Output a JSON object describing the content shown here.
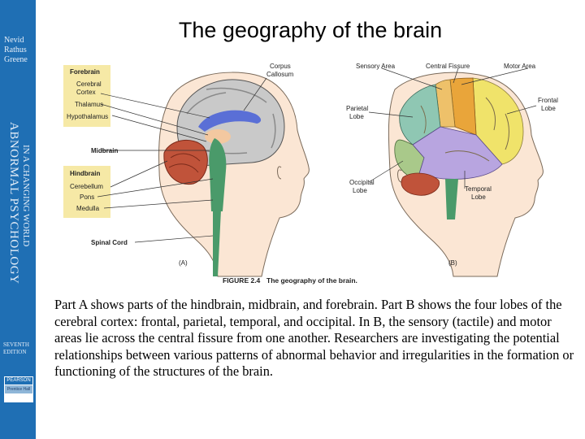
{
  "sidebar": {
    "authors": [
      "Nevid",
      "Rathus",
      "Greene"
    ],
    "book_title": "ABNORMAL PSYCHOLOGY",
    "book_subtitle": "IN A CHANGING WORLD",
    "edition_line1": "SEVENTH",
    "edition_line2": "EDITION",
    "publisher_top": "PEARSON",
    "publisher_bottom": "Prentice Hall"
  },
  "title": "The geography of the brain",
  "figure": {
    "panel_a": {
      "group_forebrain": "Forebrain",
      "cerebral_cortex_1": "Cerebral",
      "cerebral_cortex_2": "Cortex",
      "thalamus": "Thalamus",
      "hypothalamus": "Hypothalamus",
      "midbrain": "Midbrain",
      "group_hindbrain": "Hindbrain",
      "cerebellum": "Cerebellum",
      "pons": "Pons",
      "medulla": "Medulla",
      "spinal_cord": "Spinal Cord",
      "corpus_1": "Corpus",
      "corpus_2": "Callosum",
      "panel_label": "(A)"
    },
    "panel_b": {
      "sensory": "Sensory Area",
      "central": "Central Fissure",
      "motor": "Motor Area",
      "frontal_1": "Frontal",
      "frontal_2": "Lobe",
      "parietal_1": "Parietal",
      "parietal_2": "Lobe",
      "occipital_1": "Occipital",
      "occipital_2": "Lobe",
      "temporal_1": "Temporal",
      "temporal_2": "Lobe",
      "panel_label": "(B)"
    },
    "caption_number": "FIGURE 2.4",
    "caption_text": "The geography of the brain."
  },
  "caption": "Part A shows parts of the hindbrain, midbrain, and forebrain. Part B shows the four lobes of the cerebral cortex: frontal, parietal, temporal, and occipital. In B, the sensory (tactile) and motor areas lie across the central fissure from one another. Researchers are investigating the potential relationships between various patterns of abnormal behavior and irregularities in the formation or functioning of the structures of the brain.",
  "colors": {
    "sidebar": "#1f6fb4",
    "label_box": "#f6e9a6",
    "cerebellum": "#c0533a",
    "brainstem": "#4a9a6a",
    "corpus_callosum": "#5a6fd6",
    "frontal": "#f0e36a",
    "parietal": "#8fc7b3",
    "temporal": "#b8a5e0",
    "occipital": "#a9c98a",
    "motor": "#e9a53a",
    "sensory": "#eec16a"
  }
}
